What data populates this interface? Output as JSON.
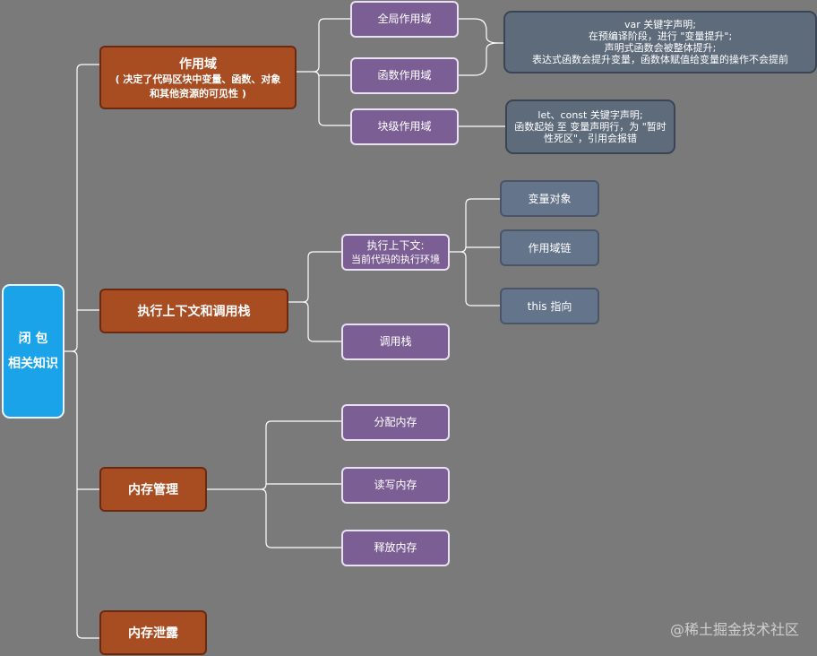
{
  "root": {
    "lines": [
      "闭 包",
      "相关知识"
    ]
  },
  "branches": {
    "scope": {
      "title": "作用域",
      "lines": [
        "( 决定了代码区块中变量、函数、对象",
        "和其他资源的可见性 )"
      ]
    },
    "context": {
      "title": "执行上下文和调用栈"
    },
    "memory": {
      "title": "内存管理"
    },
    "leak": {
      "title": "内存泄露"
    }
  },
  "scope_children": {
    "global": "全局作用域",
    "function": "函数作用域",
    "block": "块级作用域"
  },
  "notes": {
    "var": {
      "lines": [
        "var 关键字声明;",
        "在预编译阶段，进行 \"变量提升\";",
        "声明式函数会被整体提升;",
        "表达式函数会提升变量，函数体赋值给变量的操作不会提前"
      ]
    },
    "let": {
      "lines": [
        "let、const 关键字声明;",
        "函数起始 至 变量声明行，为 \"暂时",
        "性死区\"，引用会报错"
      ]
    }
  },
  "context_children": {
    "exec": {
      "lines": [
        "执行上下文:",
        "当前代码的执行环境"
      ]
    },
    "stack": "调用栈"
  },
  "exec_children": {
    "varobj": "变量对象",
    "chain": "作用域链",
    "this": "this 指向"
  },
  "memory_children": {
    "alloc": "分配内存",
    "rw": "读写内存",
    "free": "释放内存"
  },
  "watermark": "@稀土掘金技术社区",
  "colors": {
    "background": "#7a7a7a",
    "root": "#1aa3e8",
    "level1": "#a84c22",
    "level2": "#7b5e93",
    "level3": "#64748a",
    "connector": "#ffffff"
  }
}
